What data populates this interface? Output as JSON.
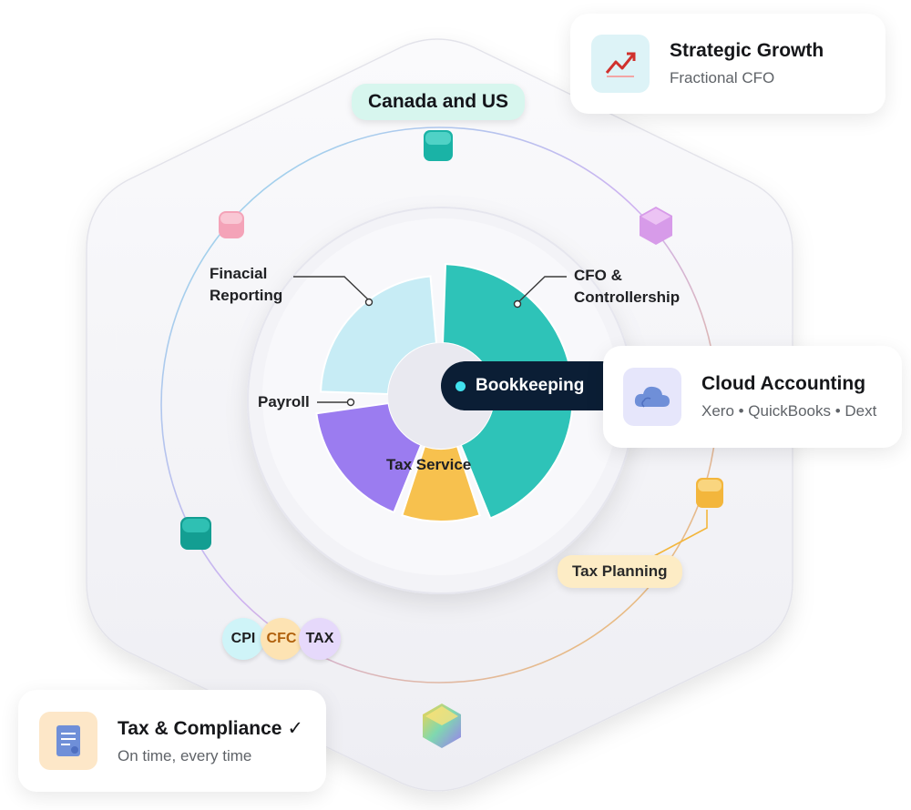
{
  "diagram": {
    "region_pill": "Canada and US",
    "segments": [
      {
        "label": "Finacial\nReporting",
        "color": "#c7ecf5"
      },
      {
        "label": "CFO &\nControllership",
        "color": "#2ec3b8"
      },
      {
        "label": "Payroll",
        "color": "#9b7cf0"
      },
      {
        "label": "Tax Service",
        "color": "#f7c14e"
      }
    ],
    "center_tag": "Bookkeeping",
    "tax_planning_pill": "Tax Planning",
    "badges": [
      {
        "label": "CPI",
        "color": "#cff4f8"
      },
      {
        "label": "CFC",
        "color": "#fde3b3"
      },
      {
        "label": "TAX",
        "color": "#e6d9fb"
      }
    ]
  },
  "cards": {
    "growth": {
      "title": "Strategic Growth",
      "subtitle": "Fractional CFO",
      "icon": "trend-up-icon",
      "icon_bg": "#ddf3f7"
    },
    "cloud": {
      "title": "Cloud Accounting",
      "subtitle": "Xero • QuickBooks • Dext",
      "icon": "cloud-icon",
      "icon_bg": "#e6e6fb"
    },
    "tax": {
      "title": "Tax & Compliance ✓",
      "subtitle": "On time, every time",
      "icon": "document-icon",
      "icon_bg": "#fde7c8"
    }
  },
  "colors": {
    "accent_teal": "#1ab3a6",
    "accent_purple": "#8c68e8",
    "accent_gold": "#f3b63c",
    "accent_pink": "#f4a3b8",
    "dark_tag": "#0b1e35"
  }
}
